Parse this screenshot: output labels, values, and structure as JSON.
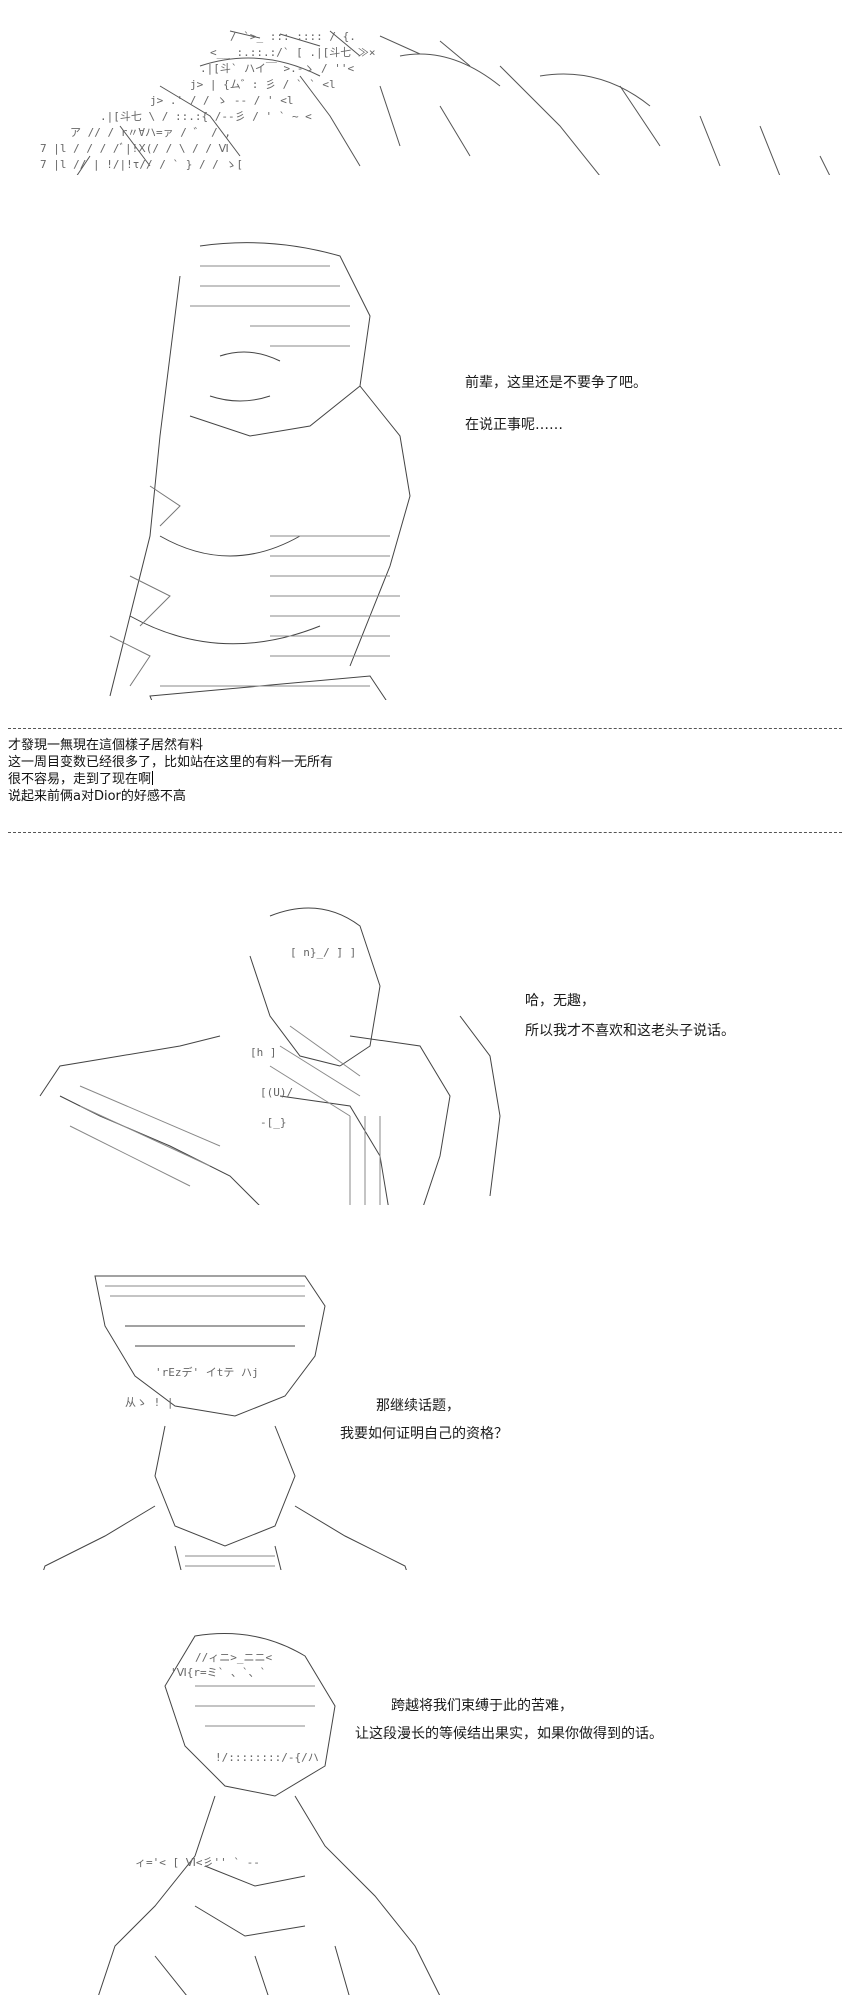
{
  "panels": [
    {
      "id": "panel-1",
      "lines": []
    },
    {
      "id": "panel-2",
      "lines": [
        "前辈，这里还是不要争了吧。",
        "在说正事呢……"
      ]
    },
    {
      "id": "panel-3",
      "lines": [
        "哈，无趣，",
        "所以我才不喜欢和这老头子说话。"
      ]
    },
    {
      "id": "panel-4",
      "lines": [
        "那继续话题，",
        "我要如何证明自己的资格？"
      ]
    },
    {
      "id": "panel-5",
      "lines": [
        "跨越将我们束缚于此的苦难，",
        "让这段漫长的等候结出果实，如果你做得到的话。"
      ]
    }
  ],
  "notes": [
    "才發現一無現在這個樣子居然有料",
    "这一周目变数已经很多了，比如站在这里的有料一无所有",
    "很不容易，走到了现在啊",
    "说起来前俩a对Dior的好感不高"
  ]
}
